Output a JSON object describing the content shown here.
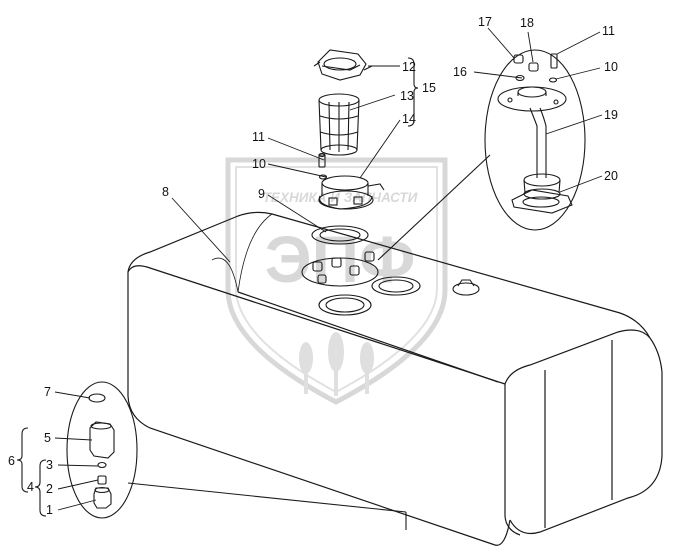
{
  "watermark": {
    "subtitle": "ТЕХНИКА И ЗАПЧАСТИ",
    "logo_letters": "ЭПФ"
  },
  "callouts": {
    "c1": "1",
    "c2": "2",
    "c3": "3",
    "c4": "4",
    "c5": "5",
    "c6": "6",
    "c7": "7",
    "c8": "8",
    "c9": "9",
    "c10a": "10",
    "c10b": "10",
    "c11a": "11",
    "c11b": "11",
    "c12": "12",
    "c13": "13",
    "c14": "14",
    "c15": "15",
    "c16": "16",
    "c17": "17",
    "c18": "18",
    "c19": "19",
    "c20": "20"
  },
  "colors": {
    "line": "#1a1a1a",
    "watermark": "#d4d4d4"
  }
}
